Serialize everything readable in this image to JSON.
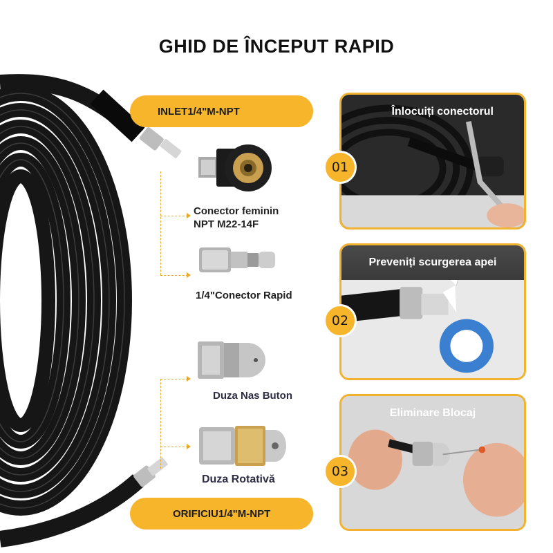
{
  "title": "GHID DE ÎNCEPUT RAPID",
  "pills": {
    "inlet": "INLET1/4\"M-NPT",
    "outlet": "ORIFICIU1/4\"M-NPT"
  },
  "fittings": {
    "female_connector": [
      "Conector feminin",
      "NPT M22-14F"
    ],
    "quick_connector": "1/4\"Conector Rapid",
    "button_nozzle": "Duza Nas Buton",
    "rotary_nozzle": "Duza Rotativă"
  },
  "steps": [
    {
      "number": "01",
      "title": "Înlocuiți conectorul"
    },
    {
      "number": "02",
      "title": "Preveniți scurgerea apei"
    },
    {
      "number": "03",
      "title": "Eliminare Blocaj"
    }
  ],
  "colors": {
    "accent": "#f7b52c",
    "hose": "#1c1c1c",
    "metal": "#c9c9c9",
    "brass": "#c9a050"
  }
}
